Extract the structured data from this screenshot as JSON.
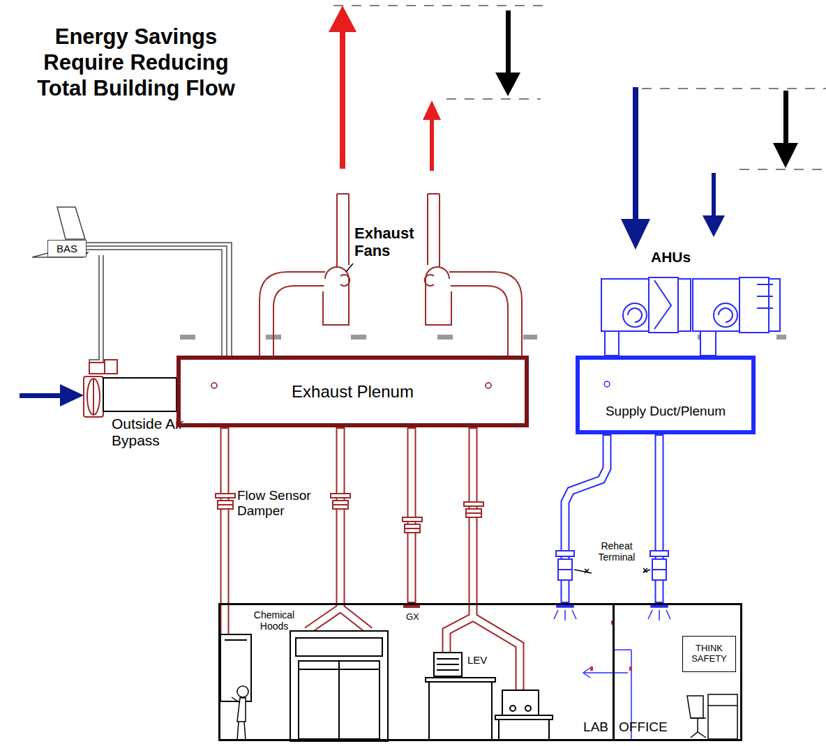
{
  "diagram": {
    "title": "Energy Savings Require Reducing Total Building Flow",
    "nodes": [
      {
        "text": [
          "BAS"
        ]
      },
      {
        "text": [
          "Exhaust Plenum"
        ]
      },
      {
        "text": [
          "Supply Duct/Plenum"
        ]
      },
      {
        "text": [
          "LAB"
        ]
      },
      {
        "text": [
          "OFFICE"
        ]
      },
      {
        "text": [
          "THINK SAFETY"
        ],
        "in": 4
      }
    ],
    "edges": [
      {
        "from": 0,
        "to": 1,
        "arrow": "none"
      },
      {
        "from": 3,
        "to": 1,
        "arrow": "none"
      },
      {
        "from": 3,
        "to": 1,
        "arrow": "none"
      },
      {
        "from": 3,
        "to": 1,
        "arrow": "none"
      },
      {
        "from": 3,
        "to": 1,
        "arrow": "none"
      },
      {
        "from": 2,
        "to": 3,
        "arrow": "none"
      },
      {
        "from": 2,
        "to": 4,
        "arrow": "none"
      }
    ],
    "labels": [
      "Exhaust Fans",
      "AHUs",
      "Outside Air Bypass",
      "Flow Sensor Damper",
      "Reheat Terminal",
      "Chemical Hoods",
      "GX",
      "LEV"
    ]
  }
}
